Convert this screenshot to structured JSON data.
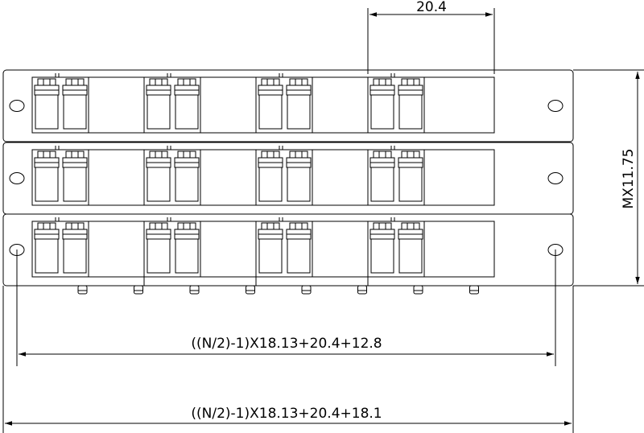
{
  "dimensions": {
    "top_width": "20.4",
    "right_height": "MX11.75",
    "inner_span": "((N/2)-1)X18.13+20.4+12.8",
    "outer_span": "((N/2)-1)X18.13+20.4+18.1"
  },
  "panel": {
    "rows": 3,
    "modules_per_row": 4,
    "connectors_per_module": 2,
    "bottom_pins": 8
  },
  "colors": {
    "line": "#000000",
    "background": "#ffffff"
  }
}
